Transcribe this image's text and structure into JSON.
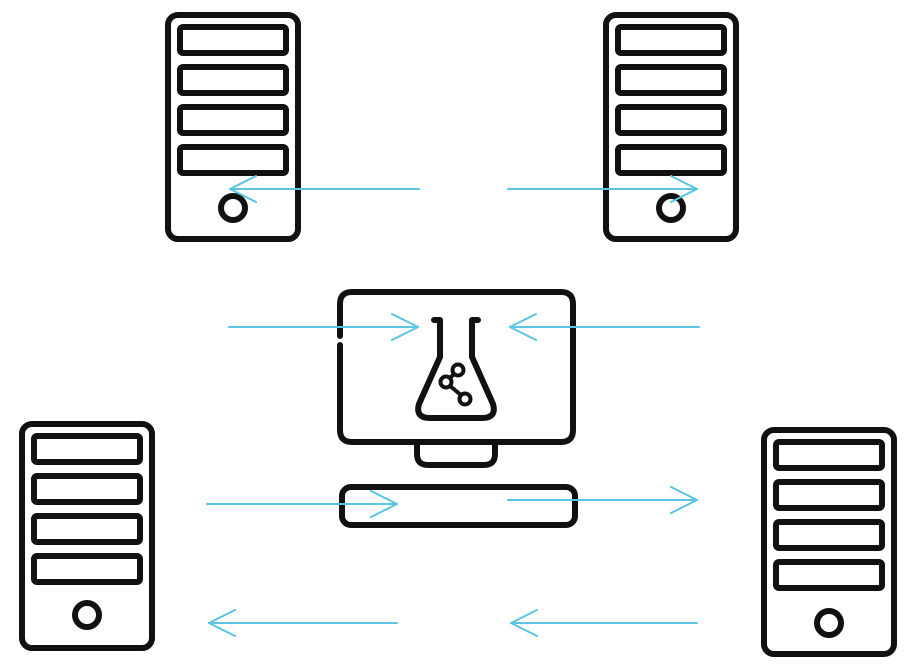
{
  "colors": {
    "stroke": "#111111",
    "arrow": "#5bc4e3",
    "background": "#ffffff"
  },
  "nodes": [
    {
      "id": "server-top-left",
      "icon": "server-tower-icon"
    },
    {
      "id": "server-top-right",
      "icon": "server-tower-icon"
    },
    {
      "id": "server-bottom-left",
      "icon": "server-tower-icon"
    },
    {
      "id": "server-bottom-right",
      "icon": "server-tower-icon"
    },
    {
      "id": "lab-computer",
      "icon": "monitor-flask-icon"
    }
  ],
  "arrows": [
    {
      "id": "arrow-to-top-left-server",
      "direction": "left"
    },
    {
      "id": "arrow-to-top-right-server",
      "direction": "right"
    },
    {
      "id": "arrow-into-monitor-from-left",
      "direction": "right"
    },
    {
      "id": "arrow-into-monitor-from-right",
      "direction": "left"
    },
    {
      "id": "arrow-into-keyboard-from-left",
      "direction": "right"
    },
    {
      "id": "arrow-keyboard-to-right",
      "direction": "right"
    },
    {
      "id": "arrow-bottom-left-outgoing",
      "direction": "left"
    },
    {
      "id": "arrow-bottom-center-outgoing",
      "direction": "left"
    }
  ]
}
